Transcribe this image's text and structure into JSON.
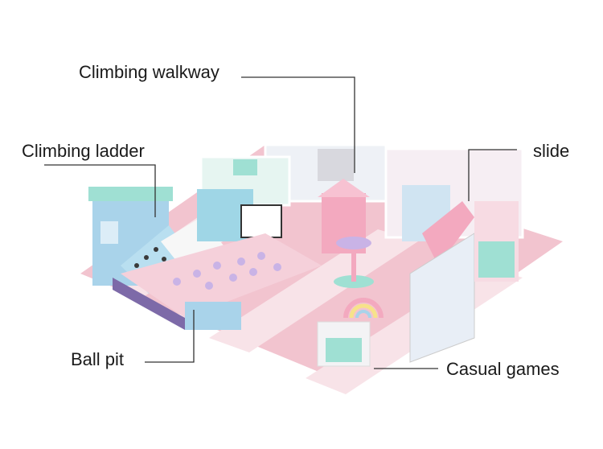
{
  "labels": {
    "climbing_walkway": "Climbing walkway",
    "climbing_ladder": "Climbing ladder",
    "slide": "slide",
    "ball_pit": "Ball pit",
    "casual_games": "Casual games"
  },
  "colors": {
    "floor_pink": "#f2c4cf",
    "floor_light": "#f8e3e8",
    "frame_white": "#f4f4f6",
    "pastel_blue": "#a9d3ea",
    "pastel_mint": "#9fe0d3",
    "pastel_pink": "#f3a9bf",
    "lavender": "#c9b3e6",
    "leader_line": "#333333"
  }
}
